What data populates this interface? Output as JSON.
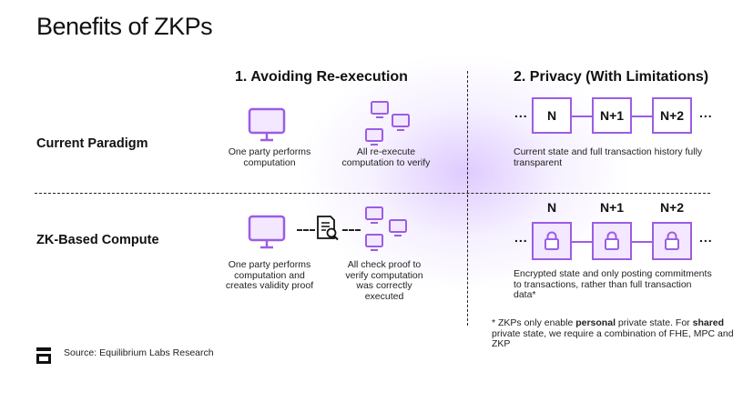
{
  "title": "Benefits of ZKPs",
  "columns": {
    "col1": "1. Avoiding Re-execution",
    "col2": "2. Privacy (With Limitations)"
  },
  "rows": {
    "row1": "Current Paradigm",
    "row2": "ZK-Based Compute"
  },
  "current": {
    "one_party_line1": "One party performs",
    "one_party_line2": "computation",
    "all_reexec_line1": "All re-execute",
    "all_reexec_line2": "computation to verify",
    "privacy_line1": "Current state and full transaction history fully",
    "privacy_line2": "transparent",
    "nodes": [
      "N",
      "N+1",
      "N+2"
    ],
    "ellipsis": "..."
  },
  "zk": {
    "one_party_line1": "One party performs",
    "one_party_line2": "computation and",
    "one_party_line3": "creates validity proof",
    "all_check_line1": "All check proof to",
    "all_check_line2": "verify computation",
    "all_check_line3": "was correctly",
    "all_check_line4": "executed",
    "privacy_line1": "Encrypted state and only posting commitments",
    "privacy_line2": "to transactions, rather than full transaction",
    "privacy_line3": "data*",
    "nodes": [
      "N",
      "N+1",
      "N+2"
    ],
    "ellipsis": "..."
  },
  "footnote": {
    "p1": "* ZKPs only enable ",
    "b1": "personal",
    "p2": " private state. For ",
    "b2": "shared",
    "p3": " private state, we require a combination of FHE, MPC and ZKP"
  },
  "source": "Source: Equilibrium Labs Research",
  "colors": {
    "accent": "#9b5de5",
    "accent_light": "#f3e8ff",
    "text": "#111111"
  },
  "icons": [
    "monitor-icon",
    "monitor-cluster-icon",
    "proof-document-icon",
    "lock-icon",
    "logo-icon"
  ]
}
